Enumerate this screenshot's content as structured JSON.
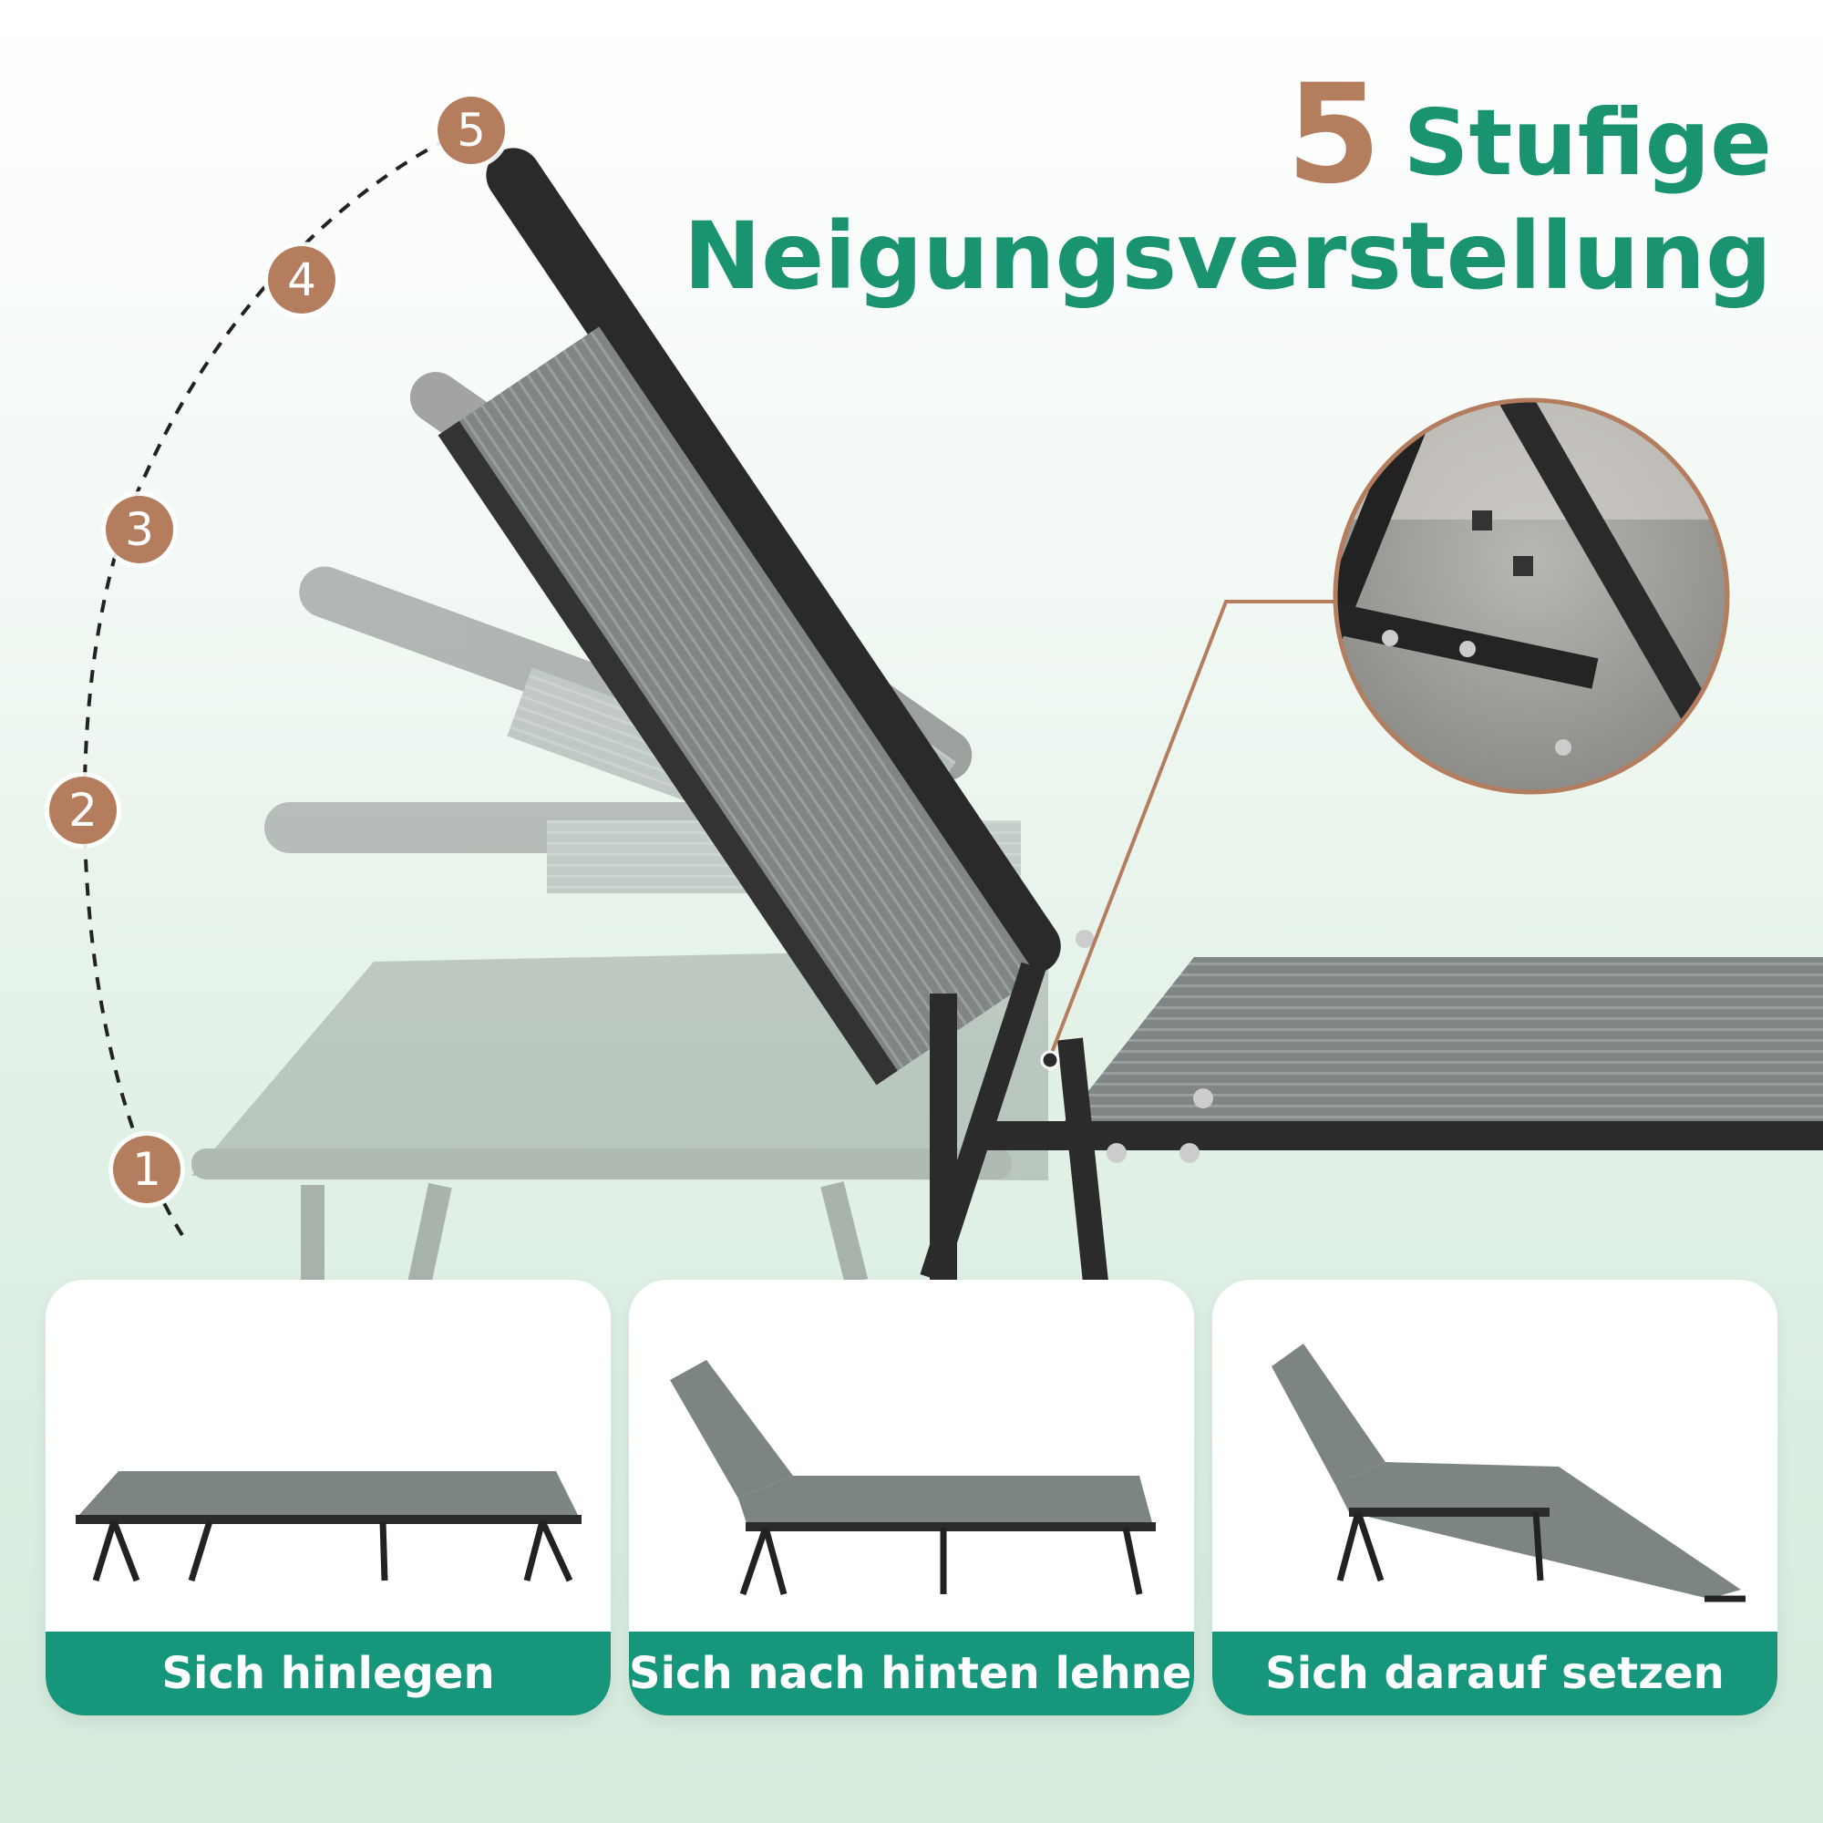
{
  "headline": {
    "number": "5",
    "word": "Stufige",
    "line2": "Neigungsverstellung"
  },
  "steps": [
    "1",
    "2",
    "3",
    "4",
    "5"
  ],
  "modes": [
    {
      "label": "Sich hinlegen"
    },
    {
      "label": "Sich nach hinten lehnen"
    },
    {
      "label": "Sich darauf setzen"
    }
  ],
  "colors": {
    "green": "#1a9370",
    "label_green": "#16967a",
    "brown": "#b47d5e",
    "fabric": "#7e8584",
    "frame": "#2b2b2b"
  }
}
